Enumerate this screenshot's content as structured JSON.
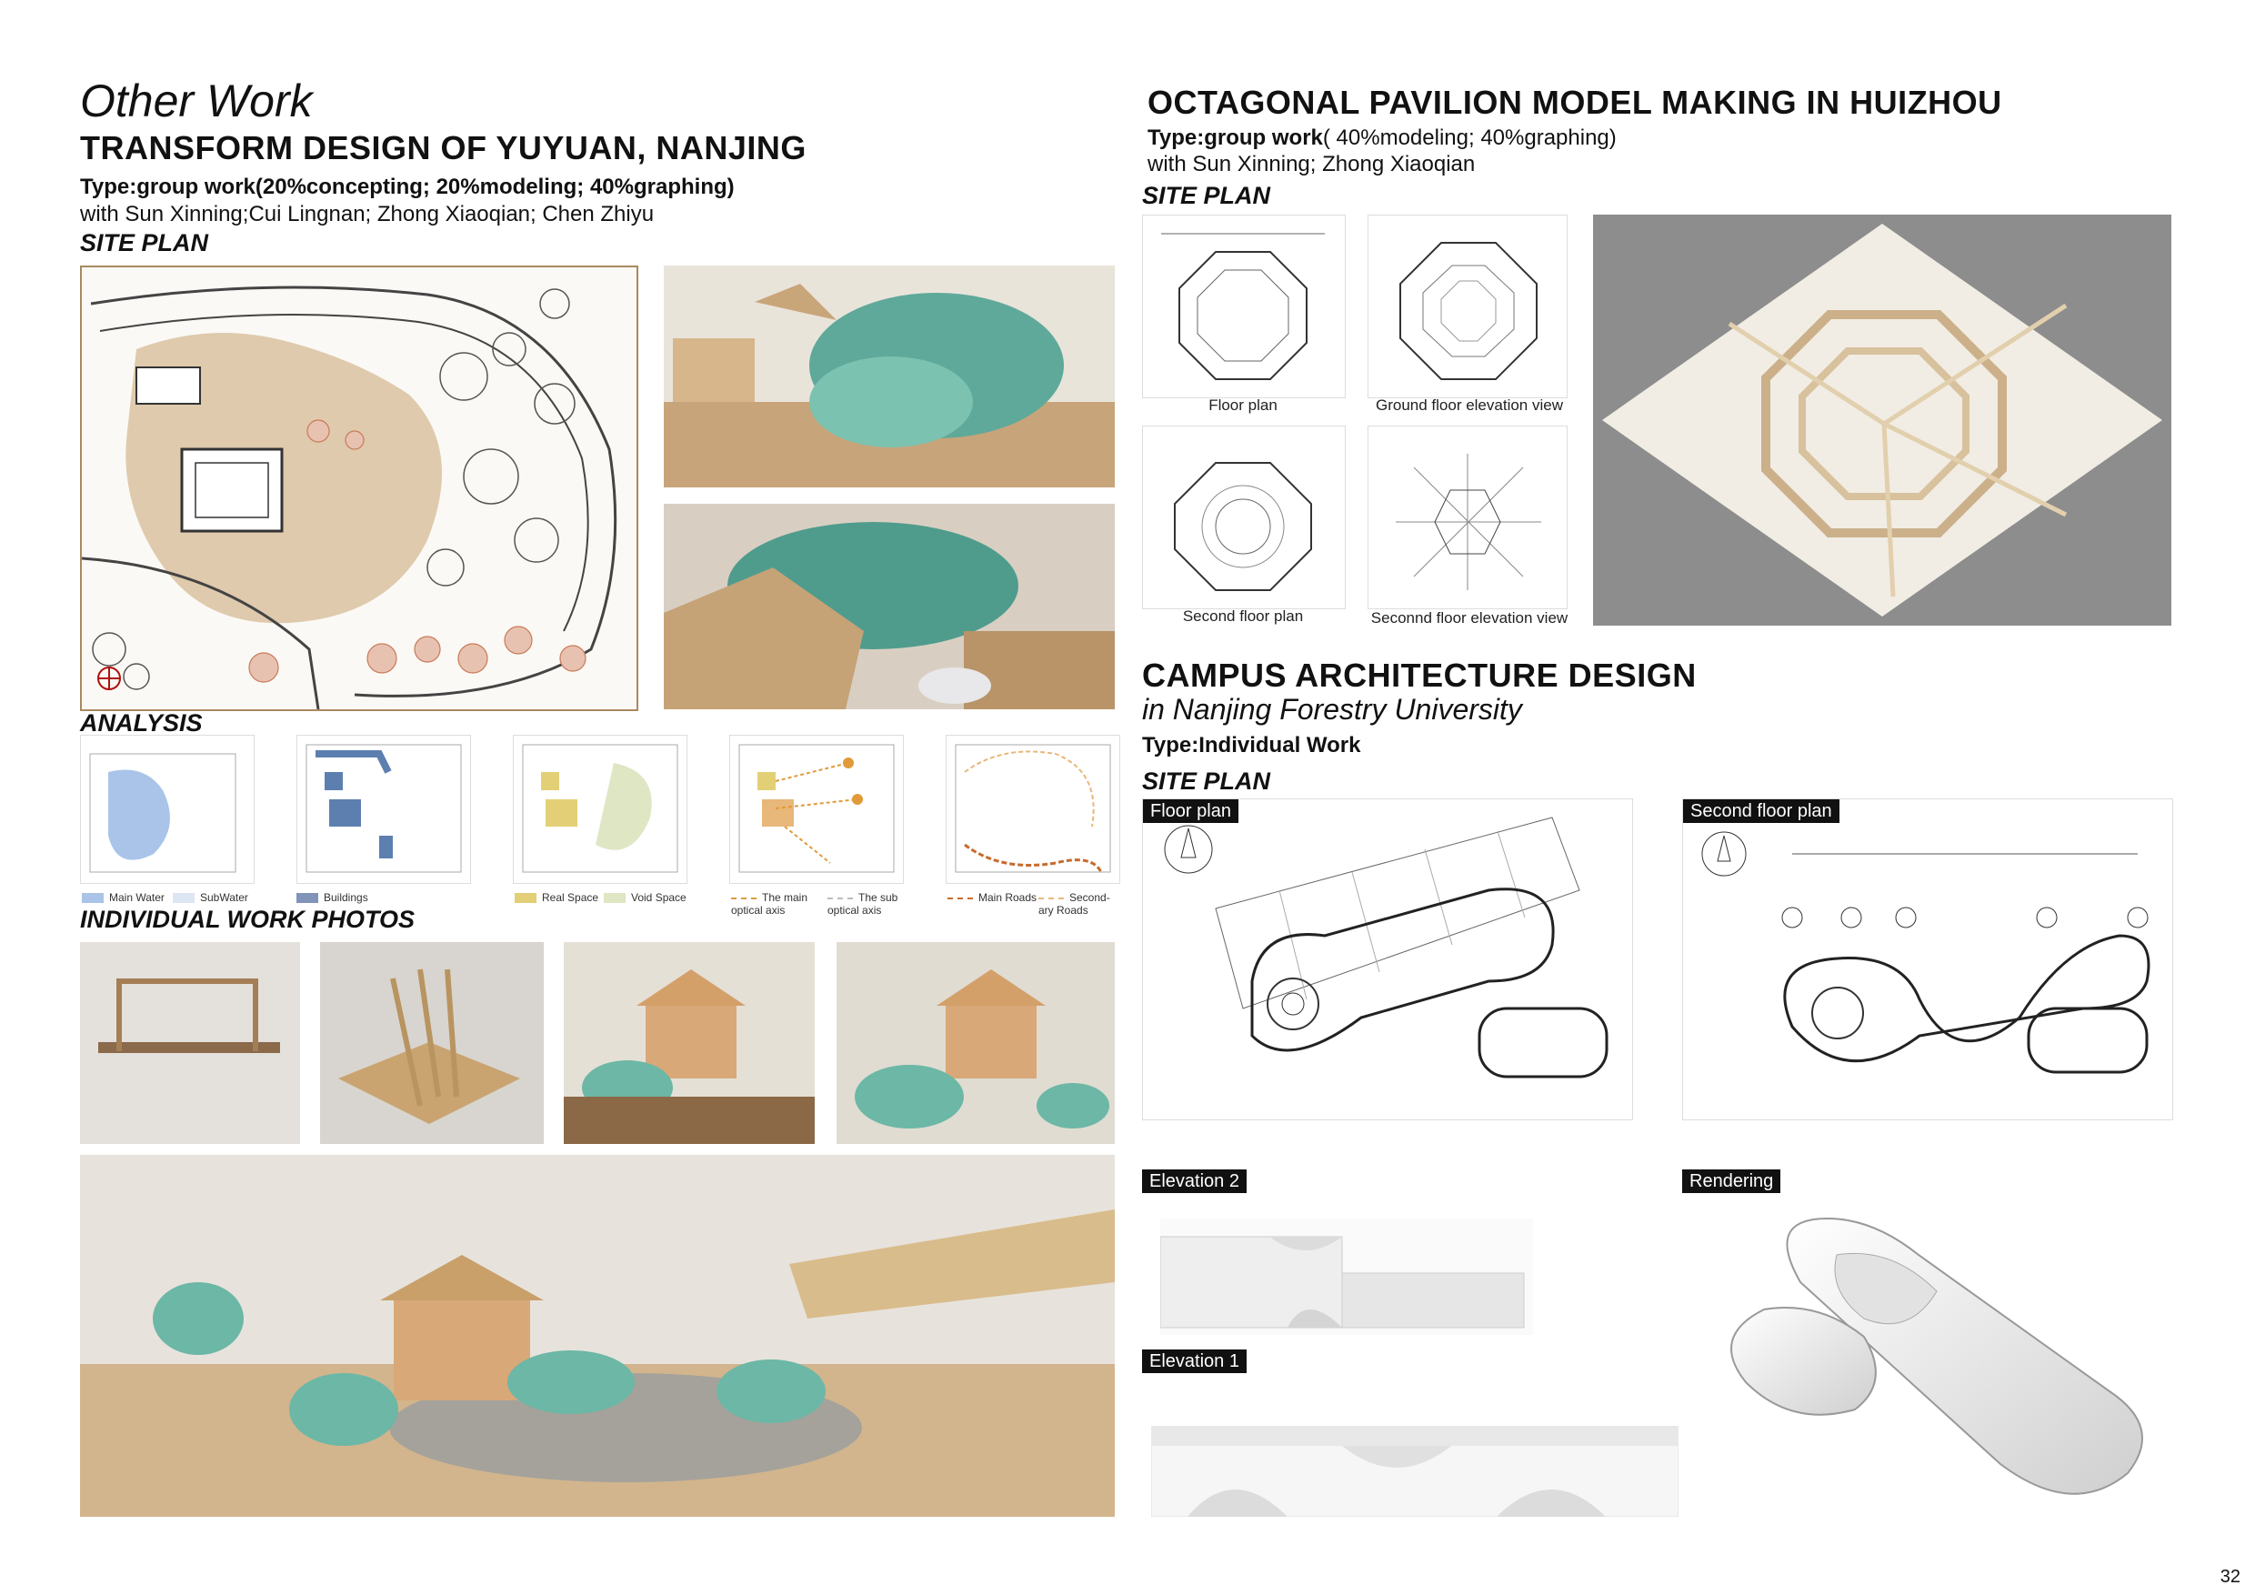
{
  "left": {
    "section_heading": "Other Work",
    "title": "TRANSFORM DESIGN OF YUYUAN, NANJING",
    "type_line": "Type:group work(20%concepting; 20%modeling; 40%graphing)",
    "with_line": "with  Sun Xinning;Cui Lingnan; Zhong Xiaoqian; Chen Zhiyu",
    "site_plan_label": "SITE PLAN",
    "analysis_label": "ANALYSIS",
    "photos_label": "INDIVIDUAL WORK PHOTOS",
    "legend": {
      "main_water": "Main Water",
      "sub_water": "SubWater",
      "buildings": "Buildings",
      "real_space": "Real Space",
      "void_space": "Void Space",
      "main_axis": "The main optical axis",
      "sub_axis": "The sub optical axis",
      "main_roads": "Main Roads",
      "secondary_roads": "Second-ary Roads"
    }
  },
  "pavilion": {
    "title": "OCTAGONAL PAVILION MODEL MAKING IN HUIZHOU",
    "type_bold": "Type:group work",
    "type_rest": "( 40%modeling; 40%graphing)",
    "with_line": "with Sun Xinning; Zhong Xiaoqian",
    "site_plan_label": "SITE PLAN",
    "captions": {
      "floor_plan": "Floor plan",
      "ground_elev": "Ground floor elevation view",
      "second_plan": "Second floor plan",
      "second_elev": "Seconnd floor elevation view"
    }
  },
  "campus": {
    "title": "CAMPUS ARCHITECTURE DESIGN",
    "subtitle": "in Nanjing Forestry University",
    "type_line": "Type:Individual Work",
    "site_plan_label": "SITE PLAN",
    "tags": {
      "floor_plan": "Floor plan",
      "second_floor_plan": "Second floor plan",
      "elevation2": "Elevation 2",
      "elevation1": "Elevation 1",
      "rendering": "Rendering"
    }
  },
  "page_number": "32",
  "colors": {
    "main_water": "#a9c4e8",
    "sub_water": "#dde6f3",
    "buildings": "#8193b9",
    "real_space": "#e3cf76",
    "void_space": "#dfe6c3",
    "axis": "#e09a3a",
    "road": "#c86a2c",
    "model_wood": "#d7b98d",
    "model_green": "#6cb7a6"
  }
}
